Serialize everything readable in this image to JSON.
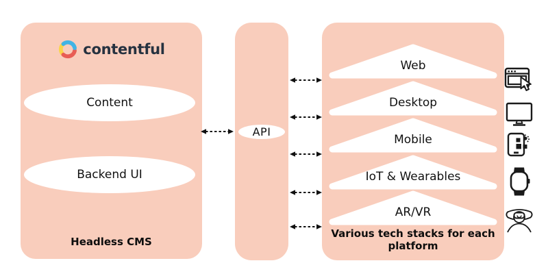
{
  "colors": {
    "panel_fill": "#f9cdbc",
    "node_fill": "#ffffff",
    "text": "#111111",
    "arrow": "#111111",
    "logo_blue": "#41b4e5",
    "logo_yellow": "#fad54a",
    "logo_red": "#e85d55",
    "logo_text_color": "#263240"
  },
  "left_panel": {
    "logo_text": "contentful",
    "nodes": [
      "Content",
      "Backend UI"
    ],
    "caption": "Headless CMS"
  },
  "api_panel": {
    "label": "API"
  },
  "right_panel": {
    "caption": "Various tech stacks for each platform",
    "platforms": [
      {
        "label": "Web",
        "icon": "browser-cursor-icon"
      },
      {
        "label": "Desktop",
        "icon": "desktop-monitor-icon"
      },
      {
        "label": "Mobile",
        "icon": "tablet-sparkle-icon"
      },
      {
        "label": "IoT & Wearables",
        "icon": "smartwatch-icon"
      },
      {
        "label": "AR/VR",
        "icon": "vr-headset-icon"
      }
    ]
  }
}
